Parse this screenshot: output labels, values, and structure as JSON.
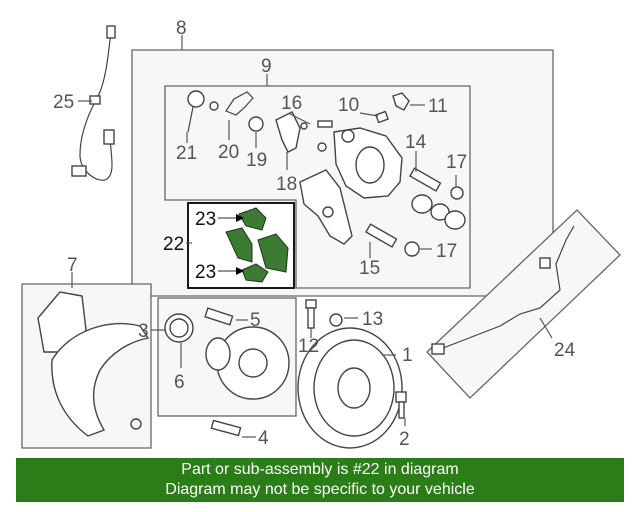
{
  "labels": {
    "p1": "1",
    "p2": "2",
    "p3": "3",
    "p4": "4",
    "p5": "5",
    "p6": "6",
    "p7": "7",
    "p8": "8",
    "p9": "9",
    "p10": "10",
    "p11": "11",
    "p12": "12",
    "p13": "13",
    "p14": "14",
    "p15": "15",
    "p17a": "17",
    "p17b": "17",
    "p18": "18",
    "p19": "19",
    "p20": "20",
    "p21": "21",
    "p22": "22",
    "p23a": "23",
    "p23b": "23",
    "p24": "24",
    "p25": "25"
  },
  "colors": {
    "banner": "#2a7d17",
    "highlight_part": "#3d7a34",
    "highlight_box": "#000000"
  },
  "banner": {
    "line1": "Part or sub-assembly is #22 in diagram",
    "line2": "Diagram may not be specific to your vehicle"
  }
}
